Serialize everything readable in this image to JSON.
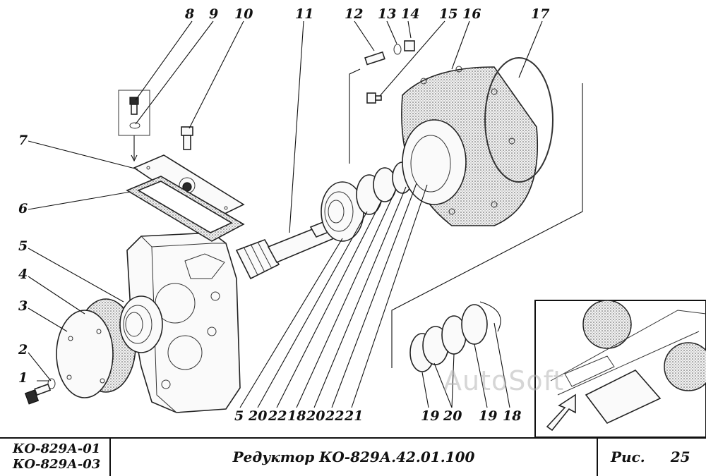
{
  "callouts": {
    "n1": "1",
    "n2": "2",
    "n3": "3",
    "n4": "4",
    "n5": "5",
    "n6": "6",
    "n7": "7",
    "n8": "8",
    "n9": "9",
    "n10": "10",
    "n11": "11",
    "n12": "12",
    "n13": "13",
    "n14": "14",
    "n15": "15",
    "n16": "16",
    "n17": "17"
  },
  "bottom_row_labels": [
    "5",
    "20",
    "22",
    "18",
    "20",
    "22",
    "21"
  ],
  "detail_labels": [
    "19",
    "20",
    "19",
    "18"
  ],
  "title_block": {
    "model_1": "КО-829А-01",
    "model_2": "КО-829А-03",
    "title": "Редуктор КО-829А.42.01.100",
    "fig_label": "Рис.",
    "fig_number": "25"
  },
  "watermark": "AutoSoft"
}
